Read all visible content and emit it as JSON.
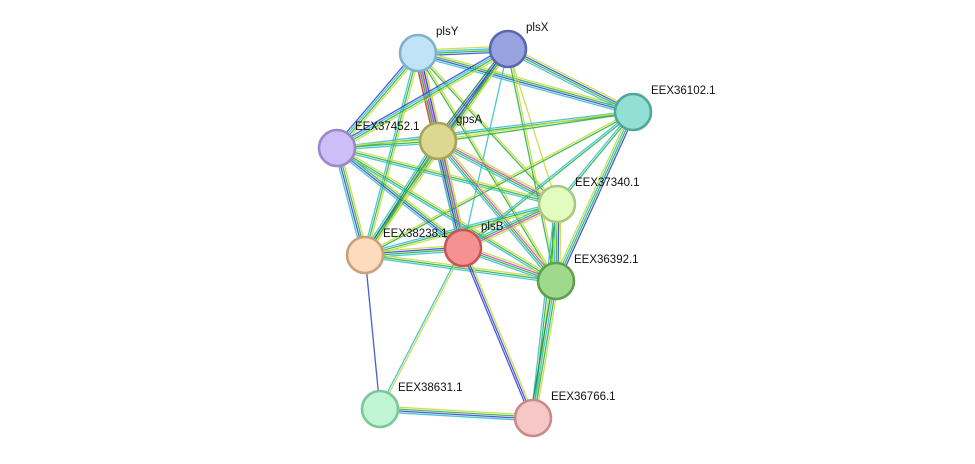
{
  "network": {
    "nodes": [
      {
        "id": "plsY",
        "label": "plsY",
        "fill": "#bfe4f8",
        "stroke": "#7fb1cf"
      },
      {
        "id": "plsX",
        "label": "plsX",
        "fill": "#98a3e0",
        "stroke": "#5a66b0"
      },
      {
        "id": "EEX36102.1",
        "label": "EEX36102.1",
        "fill": "#92dfd4",
        "stroke": "#4fa79b"
      },
      {
        "id": "EEX37452.1",
        "label": "EEX37452.1",
        "fill": "#cdbef8",
        "stroke": "#9b86cf"
      },
      {
        "id": "gpsA",
        "label": "gpsA",
        "fill": "#dcd892",
        "stroke": "#a8a35a"
      },
      {
        "id": "EEX37340.1",
        "label": "EEX37340.1",
        "fill": "#e2fcc0",
        "stroke": "#a9c883"
      },
      {
        "id": "EEX38238.1",
        "label": "EEX38238.1",
        "fill": "#fcdcbc",
        "stroke": "#c9a07a"
      },
      {
        "id": "plsB",
        "label": "plsB",
        "fill": "#f79090",
        "stroke": "#c75656"
      },
      {
        "id": "EEX36392.1",
        "label": "EEX36392.1",
        "fill": "#9ed98c",
        "stroke": "#5ea04c"
      },
      {
        "id": "EEX38631.1",
        "label": "EEX38631.1",
        "fill": "#bff5d2",
        "stroke": "#7cc79a"
      },
      {
        "id": "EEX36766.1",
        "label": "EEX36766.1",
        "fill": "#f7c7c7",
        "stroke": "#c88a8a"
      }
    ],
    "edges": [
      {
        "a": "plsY",
        "b": "plsX",
        "colors": [
          "#c8dc3c",
          "#3ac0d0",
          "#2eb34a",
          "#3a4ad0"
        ]
      },
      {
        "a": "plsY",
        "b": "EEX36102.1",
        "colors": [
          "#c8dc3c",
          "#2eb34a",
          "#3a4ad0",
          "#3ac0d0"
        ]
      },
      {
        "a": "plsY",
        "b": "EEX37452.1",
        "colors": [
          "#c8dc3c",
          "#2eb34a",
          "#3ac0d0",
          "#3a4ad0"
        ]
      },
      {
        "a": "plsY",
        "b": "gpsA",
        "colors": [
          "#c8dc3c",
          "#c94fc9",
          "#3a4ad0",
          "#2eb34a",
          "#e04040"
        ]
      },
      {
        "a": "plsY",
        "b": "EEX37340.1",
        "colors": [
          "#c8dc3c",
          "#2eb34a"
        ]
      },
      {
        "a": "plsY",
        "b": "EEX38238.1",
        "colors": [
          "#c8dc3c",
          "#2eb34a",
          "#3ac0d0"
        ]
      },
      {
        "a": "plsY",
        "b": "plsB",
        "colors": [
          "#c8dc3c",
          "#3a4ad0",
          "#c94fc9",
          "#2eb34a",
          "#e04040"
        ]
      },
      {
        "a": "plsY",
        "b": "EEX36392.1",
        "colors": [
          "#c8dc3c",
          "#2eb34a"
        ]
      },
      {
        "a": "plsX",
        "b": "EEX36102.1",
        "colors": [
          "#c8dc3c",
          "#3a4ad0",
          "#2eb34a",
          "#3ac0d0"
        ]
      },
      {
        "a": "plsX",
        "b": "EEX37452.1",
        "colors": [
          "#c8dc3c",
          "#2eb34a",
          "#3ac0d0",
          "#3a4ad0"
        ]
      },
      {
        "a": "plsX",
        "b": "gpsA",
        "colors": [
          "#c8dc3c",
          "#2eb34a",
          "#3a4ad0",
          "#1e8c3a"
        ]
      },
      {
        "a": "plsX",
        "b": "EEX37340.1",
        "colors": [
          "#c8dc3c"
        ]
      },
      {
        "a": "plsX",
        "b": "EEX38238.1",
        "colors": [
          "#c8dc3c",
          "#2eb34a",
          "#3a4ad0"
        ]
      },
      {
        "a": "plsX",
        "b": "plsB",
        "colors": [
          "#3ac0d0"
        ]
      },
      {
        "a": "plsX",
        "b": "EEX36392.1",
        "colors": [
          "#c8dc3c",
          "#2eb34a"
        ]
      },
      {
        "a": "EEX36102.1",
        "b": "EEX37452.1",
        "colors": [
          "#2eb34a",
          "#3ac0d0"
        ]
      },
      {
        "a": "EEX36102.1",
        "b": "gpsA",
        "colors": [
          "#2eb34a",
          "#c8dc3c"
        ]
      },
      {
        "a": "EEX36102.1",
        "b": "EEX37340.1",
        "colors": [
          "#2eb34a",
          "#3ac0d0"
        ]
      },
      {
        "a": "EEX36102.1",
        "b": "EEX38238.1",
        "colors": [
          "#2eb34a",
          "#c8dc3c"
        ]
      },
      {
        "a": "EEX36102.1",
        "b": "plsB",
        "colors": [
          "#2eb34a",
          "#3ac0d0"
        ]
      },
      {
        "a": "EEX36102.1",
        "b": "EEX36392.1",
        "colors": [
          "#3a4ad0",
          "#2eb34a",
          "#3ac0d0",
          "#c8dc3c"
        ]
      },
      {
        "a": "EEX37452.1",
        "b": "gpsA",
        "colors": [
          "#c8dc3c",
          "#2eb34a",
          "#3ac0d0"
        ]
      },
      {
        "a": "EEX37452.1",
        "b": "EEX37340.1",
        "colors": [
          "#c8dc3c",
          "#2eb34a",
          "#3ac0d0"
        ]
      },
      {
        "a": "EEX37452.1",
        "b": "EEX38238.1",
        "colors": [
          "#c8dc3c",
          "#2eb34a",
          "#3a4ad0",
          "#3ac0d0"
        ]
      },
      {
        "a": "EEX37452.1",
        "b": "plsB",
        "colors": [
          "#c8dc3c",
          "#2eb34a",
          "#3a4ad0",
          "#3ac0d0"
        ]
      },
      {
        "a": "EEX37452.1",
        "b": "EEX36392.1",
        "colors": [
          "#c8dc3c",
          "#2eb34a",
          "#3ac0d0"
        ]
      },
      {
        "a": "gpsA",
        "b": "EEX37340.1",
        "colors": [
          "#c8dc3c",
          "#c94fc9",
          "#2eb34a",
          "#3ac0d0"
        ]
      },
      {
        "a": "gpsA",
        "b": "EEX38238.1",
        "colors": [
          "#c8dc3c",
          "#2eb34a",
          "#1e8c3a",
          "#3ac0d0"
        ]
      },
      {
        "a": "gpsA",
        "b": "plsB",
        "colors": [
          "#c8dc3c",
          "#c94fc9",
          "#2eb34a",
          "#3a4ad0",
          "#3ac0d0"
        ]
      },
      {
        "a": "gpsA",
        "b": "EEX36392.1",
        "colors": [
          "#c8dc3c",
          "#c94fc9",
          "#2eb34a",
          "#3ac0d0"
        ]
      },
      {
        "a": "EEX37340.1",
        "b": "EEX38238.1",
        "colors": [
          "#c8dc3c",
          "#2eb34a",
          "#3ac0d0"
        ]
      },
      {
        "a": "EEX37340.1",
        "b": "plsB",
        "colors": [
          "#c8dc3c",
          "#c94fc9",
          "#2eb34a",
          "#3ac0d0"
        ]
      },
      {
        "a": "EEX37340.1",
        "b": "EEX36392.1",
        "colors": [
          "#c8dc3c",
          "#3a4ad0",
          "#2eb34a",
          "#3ac0d0",
          "#1e8c3a"
        ]
      },
      {
        "a": "EEX37340.1",
        "b": "EEX36766.1",
        "colors": [
          "#c8dc3c",
          "#2eb34a",
          "#3ac0d0"
        ]
      },
      {
        "a": "EEX38238.1",
        "b": "plsB",
        "colors": [
          "#c8dc3c",
          "#3a4ad0",
          "#2eb34a",
          "#3ac0d0"
        ]
      },
      {
        "a": "EEX38238.1",
        "b": "EEX36392.1",
        "colors": [
          "#c8dc3c",
          "#2eb34a",
          "#3ac0d0"
        ]
      },
      {
        "a": "EEX38238.1",
        "b": "EEX38631.1",
        "colors": [
          "#3a4ad0"
        ]
      },
      {
        "a": "plsB",
        "b": "EEX36392.1",
        "colors": [
          "#c8dc3c",
          "#c94fc9",
          "#2eb34a",
          "#3ac0d0"
        ]
      },
      {
        "a": "plsB",
        "b": "EEX38631.1",
        "colors": [
          "#c8dc3c",
          "#3ac0d0"
        ]
      },
      {
        "a": "plsB",
        "b": "EEX36766.1",
        "colors": [
          "#c8dc3c",
          "#3a4ad0",
          "#3a4ad0"
        ]
      },
      {
        "a": "EEX36392.1",
        "b": "EEX36766.1",
        "colors": [
          "#c8dc3c",
          "#2eb34a",
          "#3ac0d0",
          "#1e8c3a"
        ]
      },
      {
        "a": "EEX38631.1",
        "b": "EEX36766.1",
        "colors": [
          "#c8dc3c",
          "#2eb34a",
          "#3a4ad0",
          "#3ac0d0"
        ]
      }
    ]
  }
}
